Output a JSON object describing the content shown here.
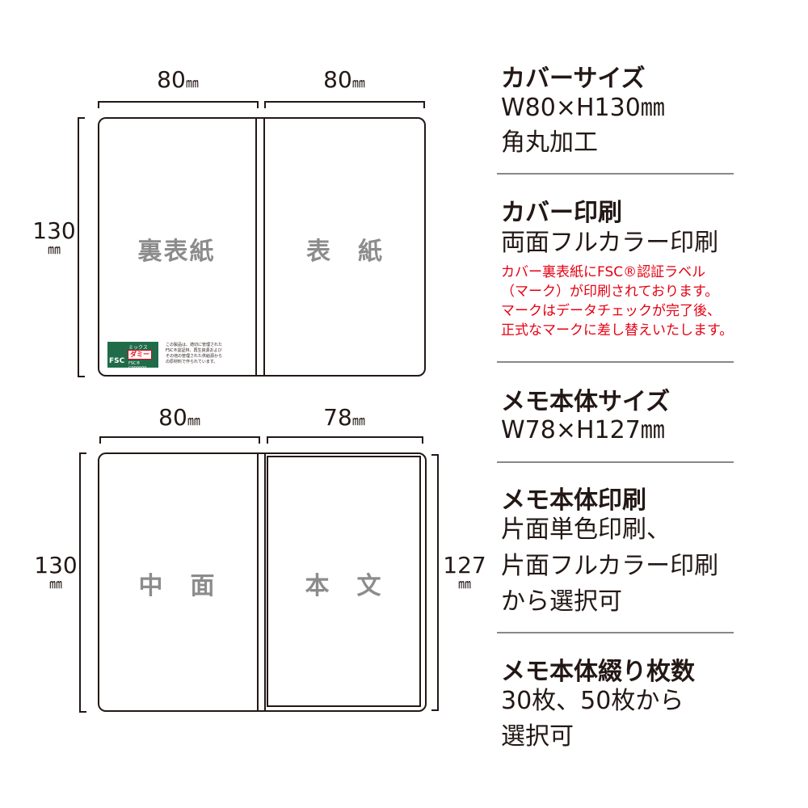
{
  "top": {
    "dim_left": "80",
    "dim_right": "80",
    "unit": "㎜",
    "height": "130",
    "back_label": "裏表紙",
    "front_label": "表　紙",
    "fsc": {
      "mix": "ミックス",
      "dummy": "ダミー",
      "code": "FSC® C000000",
      "logo": "FSC",
      "note": "この製品は、適切に管理されたFSC®認証林、再生資源およびその他の管理された供給源からの原材料で作られています。"
    }
  },
  "bottom": {
    "dim_left": "80",
    "dim_right": "78",
    "unit": "㎜",
    "height_left": "130",
    "height_right": "127",
    "inner_label": "中　面",
    "body_label": "本　文"
  },
  "specs": [
    {
      "heading": "カバーサイズ",
      "lines": [
        "W80×H130㎜",
        "角丸加工"
      ]
    },
    {
      "heading": "カバー印刷",
      "lines": [
        "両面フルカラー印刷"
      ],
      "notes": [
        "カバー裏表紙にFSC®認証ラベル",
        "（マーク）が印刷されております。",
        "マークはデータチェックが完了後、",
        "正式なマークに差し替えいたします。"
      ]
    },
    {
      "heading": "メモ本体サイズ",
      "lines": [
        "W78×H127㎜"
      ]
    },
    {
      "heading": "メモ本体印刷",
      "lines": [
        "片面単色印刷、",
        "片面フルカラー印刷",
        "から選択可"
      ]
    },
    {
      "heading": "メモ本体綴り枚数",
      "lines": [
        "30枚、50枚から",
        "選択可"
      ]
    }
  ],
  "colors": {
    "text": "#231815",
    "note": "#e60012",
    "fsc_green": "#1f6b4a"
  }
}
